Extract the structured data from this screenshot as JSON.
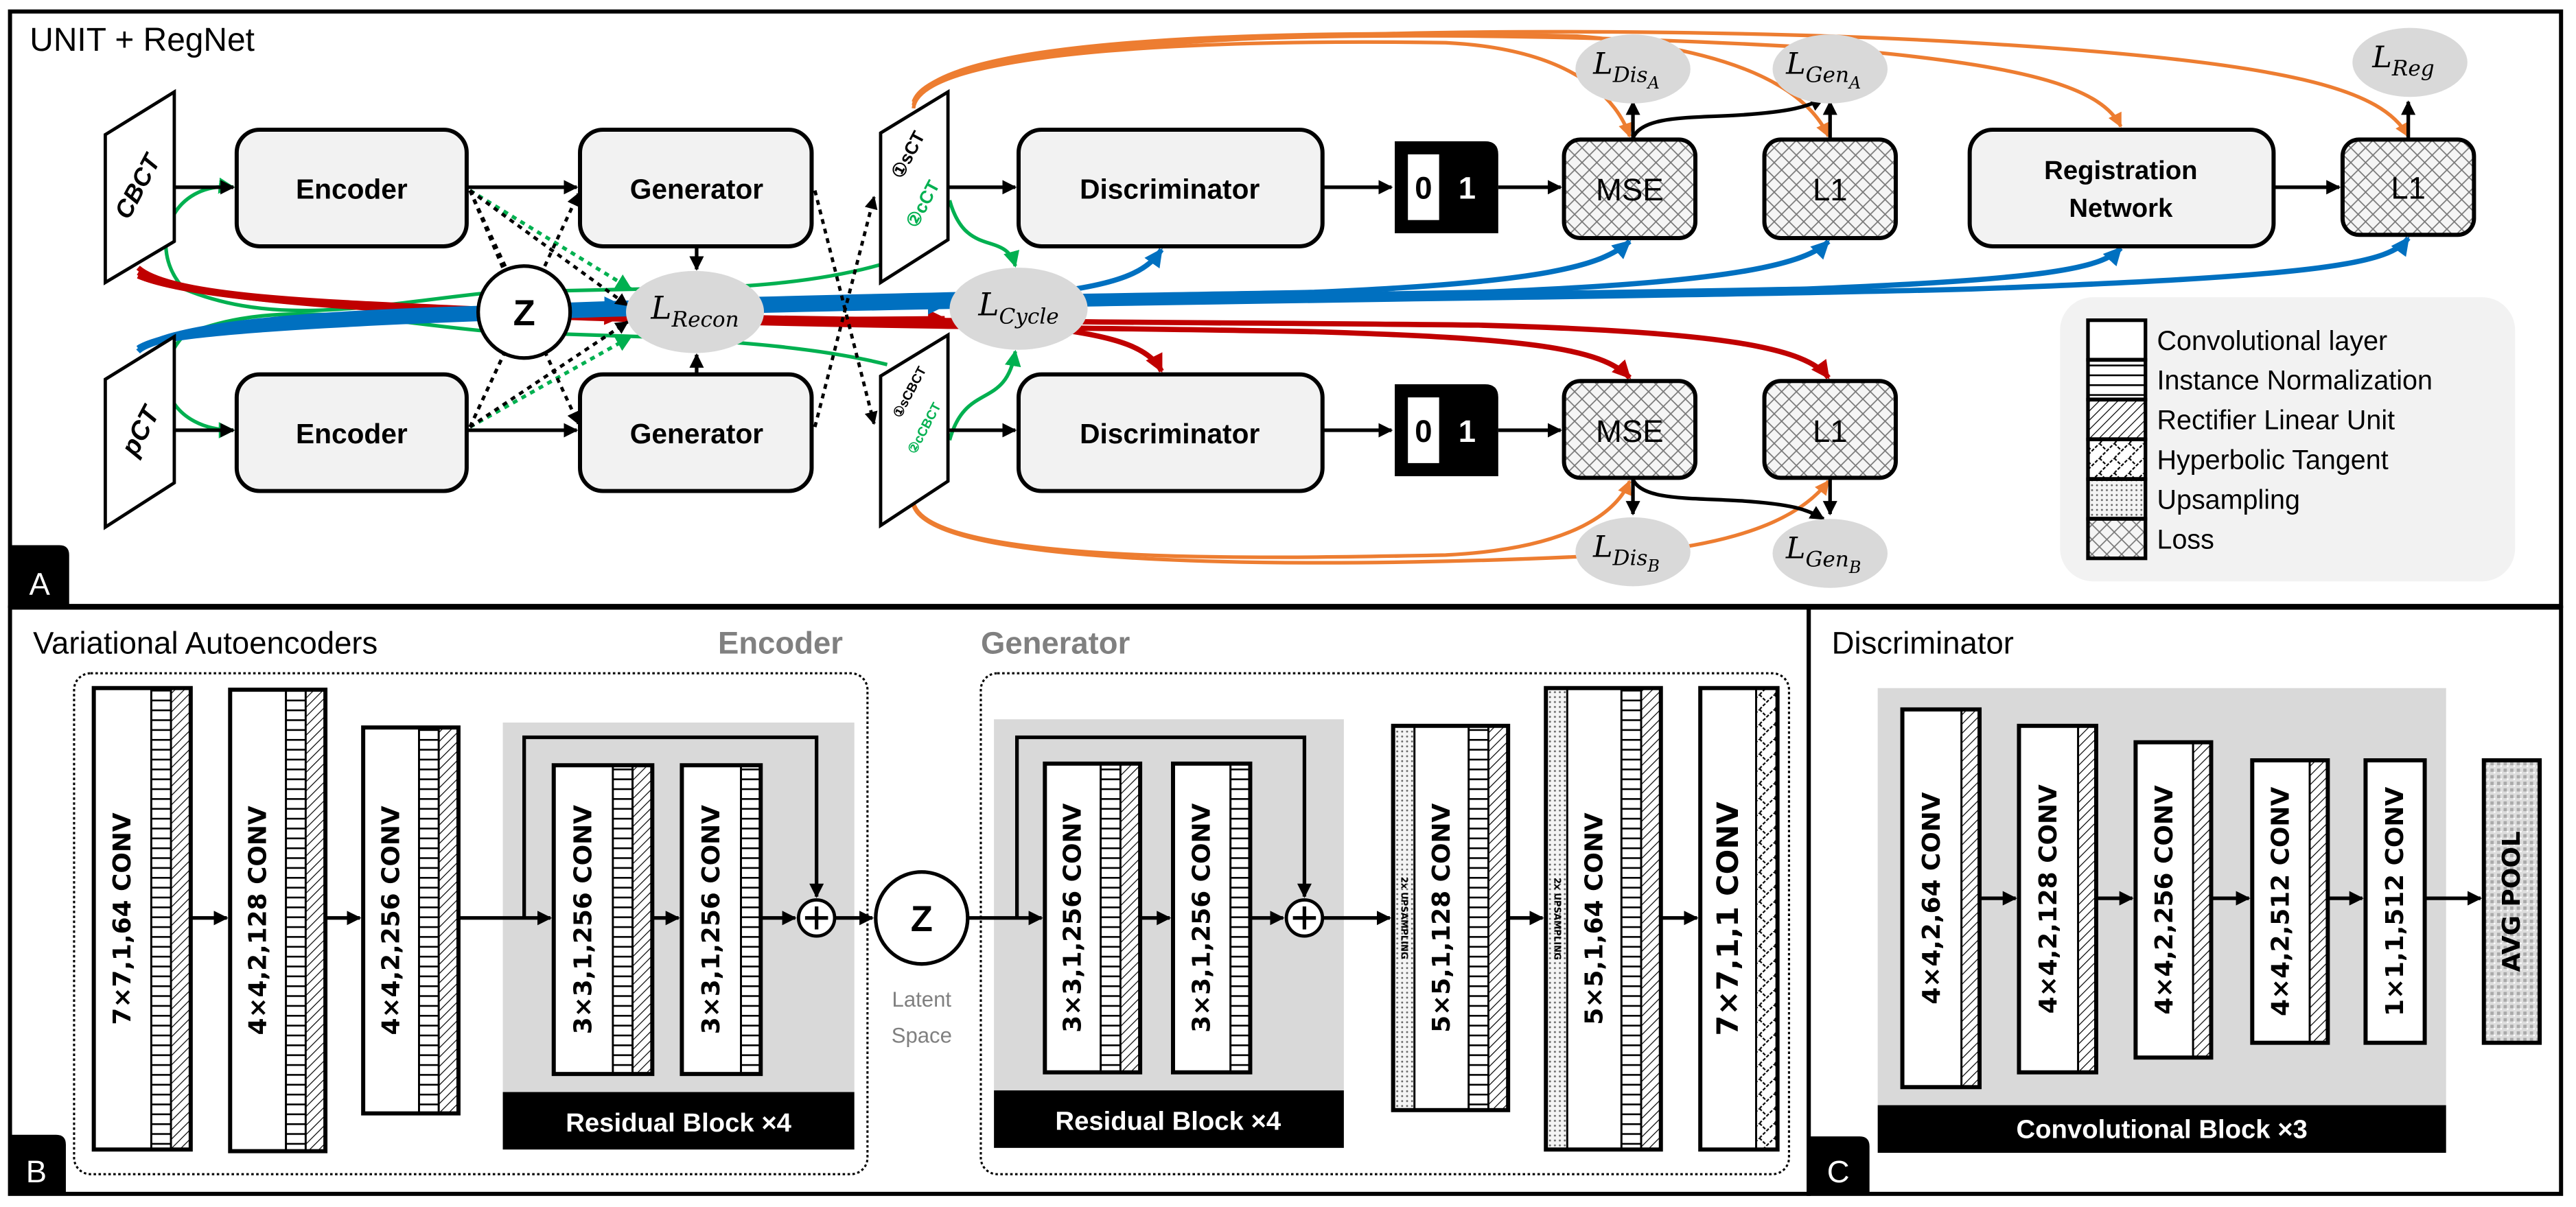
{
  "panel_a": {
    "title": "UNIT + RegNet",
    "label": "A",
    "inputs": {
      "cbct": "CBCT",
      "pct": "pCT"
    },
    "encoder": "Encoder",
    "generator": "Generator",
    "latent": "Z",
    "discriminator": "Discriminator",
    "outputs_top": {
      "n1": "①",
      "l1": "sCT",
      "n2": "②",
      "l2": "cCT"
    },
    "outputs_bottom": {
      "n1": "①",
      "l1": "sCBCT",
      "n2": "②",
      "l2": "cCBCT"
    },
    "binary": {
      "zero": "0",
      "one": "1"
    },
    "mse": "MSE",
    "l1": "L1",
    "registration": {
      "line1": "Registration",
      "line2": "Network"
    },
    "losses": {
      "recon": {
        "main": "L",
        "sub": "Recon"
      },
      "cycle": {
        "main": "L",
        "sub": "Cycle"
      },
      "dis_a": {
        "main": "L",
        "sub": "Dis",
        "subsub": "A"
      },
      "gen_a": {
        "main": "L",
        "sub": "Gen",
        "subsub": "A"
      },
      "dis_b": {
        "main": "L",
        "sub": "Dis",
        "subsub": "B"
      },
      "gen_b": {
        "main": "L",
        "sub": "Gen",
        "subsub": "B"
      },
      "reg": {
        "main": "L",
        "sub": "Reg"
      }
    },
    "legend": [
      {
        "label": "Convolutional layer",
        "pattern": "conv"
      },
      {
        "label": "Instance Normalization",
        "pattern": "in"
      },
      {
        "label": "Rectifier Linear Unit",
        "pattern": "relu"
      },
      {
        "label": "Hyperbolic Tangent",
        "pattern": "tanh"
      },
      {
        "label": "Upsampling",
        "pattern": "up"
      },
      {
        "label": "Loss",
        "pattern": "loss"
      }
    ]
  },
  "colors": {
    "cbct_flow": "#c00000",
    "pct_flow": "#0070c0",
    "synthetic_flow": "#ed7d31",
    "cycle_flow": "#00b050",
    "block_fill": "#f2f2f2",
    "loss_ellipse": "#d9d9d9",
    "section_heading": "#808080"
  },
  "panel_b": {
    "title": "Variational Autoencoders",
    "label": "B",
    "encoder_heading": "Encoder",
    "generator_heading": "Generator",
    "encoder_layers": [
      "7×7,1,64 CONV",
      "4×4,2,128 CONV",
      "4×4,2,256 CONV"
    ],
    "encoder_residual": [
      "3×3,1,256 CONV",
      "3×3,1,256 CONV"
    ],
    "encoder_residual_label": "Residual Block ×4",
    "latent": "Z",
    "latent_caption": {
      "line1": "Latent",
      "line2": "Space"
    },
    "generator_residual": [
      "3×3,1,256 CONV",
      "3×3,1,256 CONV"
    ],
    "generator_residual_label": "Residual Block ×4",
    "generator_layers": [
      "5×5,1,128 CONV",
      "5×5,1,64 CONV",
      "7×7,1,1 CONV"
    ],
    "upsampling_label": "2x UPSAMPLING"
  },
  "panel_c": {
    "title": "Discriminator",
    "label": "C",
    "layers": [
      "4×4,2,64 CONV",
      "4×4,2,128 CONV",
      "4×4,2,256 CONV",
      "4×4,2,512 CONV",
      "1×1,1,512 CONV"
    ],
    "pool": "AVG POOL",
    "block_label": "Convolutional Block ×3"
  }
}
